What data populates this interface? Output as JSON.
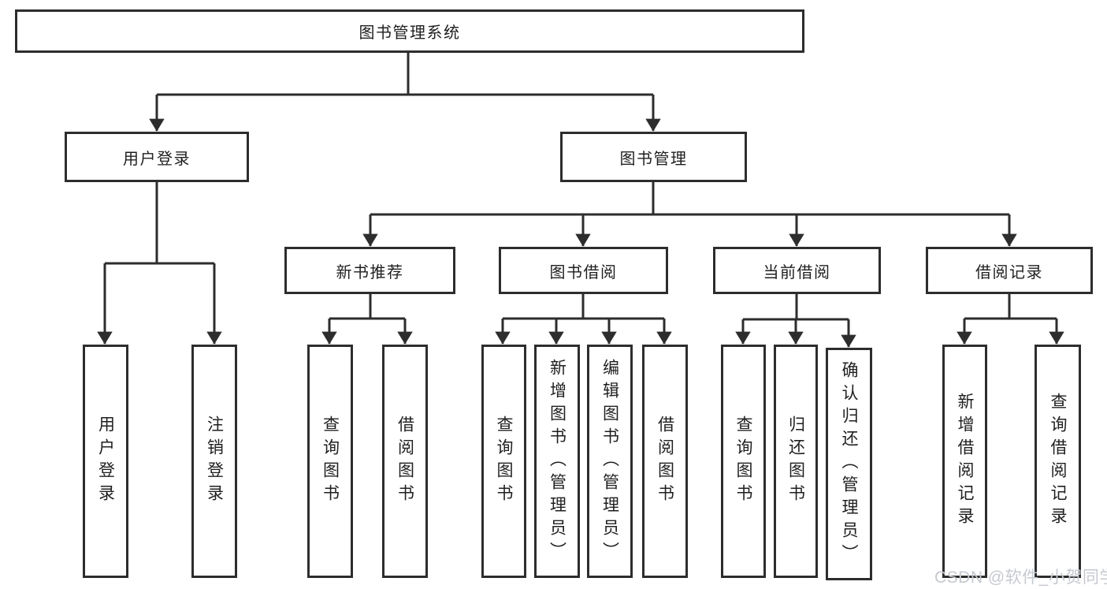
{
  "root": {
    "label": "图书管理系统"
  },
  "user_login": {
    "label": "用户登录",
    "children": [
      {
        "label": "用户登录"
      },
      {
        "label": "注销登录"
      }
    ]
  },
  "book_management": {
    "label": "图书管理",
    "groups": [
      {
        "label": "新书推荐",
        "children": [
          {
            "label": "查询图书"
          },
          {
            "label": "借阅图书"
          }
        ]
      },
      {
        "label": "图书借阅",
        "children": [
          {
            "label": "查询图书"
          },
          {
            "label": "新增图书（管理员）"
          },
          {
            "label": "编辑图书（管理员）"
          },
          {
            "label": "借阅图书"
          }
        ]
      },
      {
        "label": "当前借阅",
        "children": [
          {
            "label": "查询图书"
          },
          {
            "label": "归还图书"
          },
          {
            "label": "确认归还（管理员）"
          }
        ]
      },
      {
        "label": "借阅记录",
        "children": [
          {
            "label": "新增借阅记录"
          },
          {
            "label": "查询借阅记录"
          }
        ]
      }
    ]
  },
  "watermark": {
    "text": "CSDN @软件_小贺同学"
  },
  "colors": {
    "line": "#2d2d2d",
    "box_border": "#2d2d2d",
    "box_background": "#ffffff",
    "text": "#1f1f1f",
    "watermark": "#c6c9d0",
    "background": "#ffffff"
  }
}
